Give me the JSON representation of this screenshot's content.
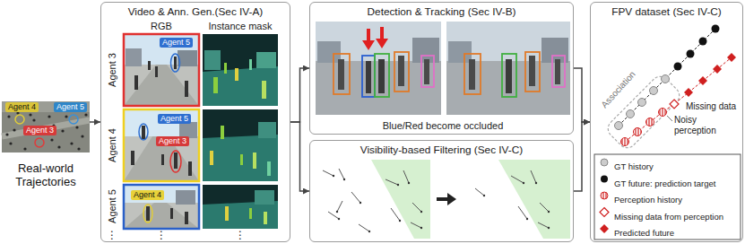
{
  "diagram": {
    "nodes": [
      {
        "text": [
          "Real-world Trajectories"
        ]
      },
      {
        "text": [
          "Agent 4"
        ],
        "in": 0
      },
      {
        "text": [
          "Agent 5"
        ],
        "in": 0
      },
      {
        "text": [
          "Agent 3"
        ],
        "in": 0
      },
      {
        "text": [
          "Video & Ann. Gen.(Sec IV-A)"
        ]
      },
      {
        "text": [
          "Agent 5"
        ],
        "in": 4
      },
      {
        "text": [
          "Agent 5"
        ],
        "in": 4
      },
      {
        "text": [
          "Agent 3"
        ],
        "in": 4
      },
      {
        "text": [
          "Agent 4"
        ],
        "in": 4
      },
      {
        "text": [
          "Detection & Tracking (Sec IV-B)"
        ]
      },
      {
        "text": [
          "Visibility-based Filtering (Sec IV-C)"
        ]
      },
      {
        "text": [
          "FPV dataset (Sec IV-C)"
        ]
      }
    ],
    "edges": [
      {
        "from": 0,
        "to": 4,
        "arrow": "to"
      },
      {
        "from": 4,
        "to": 9,
        "arrow": "to"
      },
      {
        "from": 4,
        "to": 10,
        "arrow": "to"
      },
      {
        "from": 9,
        "to": 11,
        "arrow": "to"
      },
      {
        "from": 10,
        "to": 11,
        "arrow": "to"
      }
    ],
    "labels": [
      "RGB",
      "Instance mask",
      "Agent 3",
      "Agent 4",
      "Agent 5",
      "⋮",
      "⋮",
      "⋮",
      "Blue/Red become occluded",
      "Association",
      "Missing data",
      "Noisy perception"
    ],
    "legend": [
      {
        "text": "GT history"
      },
      {
        "text": "GT future: prediction target"
      },
      {
        "text": "Perception history"
      },
      {
        "text": "Missing data from perception"
      },
      {
        "text": "Predicted future"
      }
    ]
  }
}
